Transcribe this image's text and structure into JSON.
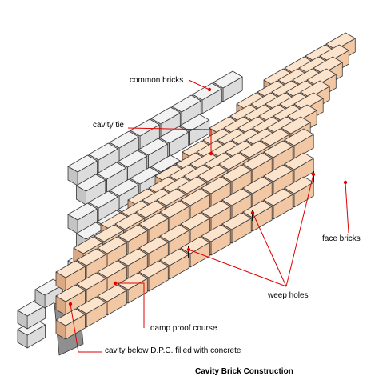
{
  "labels": {
    "common_bricks": "common bricks",
    "cavity_tie": "cavity tie",
    "face_bricks": "face bricks",
    "weep_holes": "weep holes",
    "damp_proof_course": "damp  proof course",
    "cavity_below_dpc": "cavity below D.P.C. filled with concrete"
  },
  "caption": "Cavity Brick Construction",
  "colors": {
    "common_brick_top": "#f2f2f2",
    "common_brick_front": "#dcdcdc",
    "common_brick_side": "#c4c4c4",
    "face_brick_top": "#fbe3cc",
    "face_brick_front": "#f1c7a4",
    "face_brick_side": "#dba884",
    "leader_line": "#e00000",
    "dpc_outline": "#7b7bd6",
    "concrete": "#8f8f8f"
  }
}
